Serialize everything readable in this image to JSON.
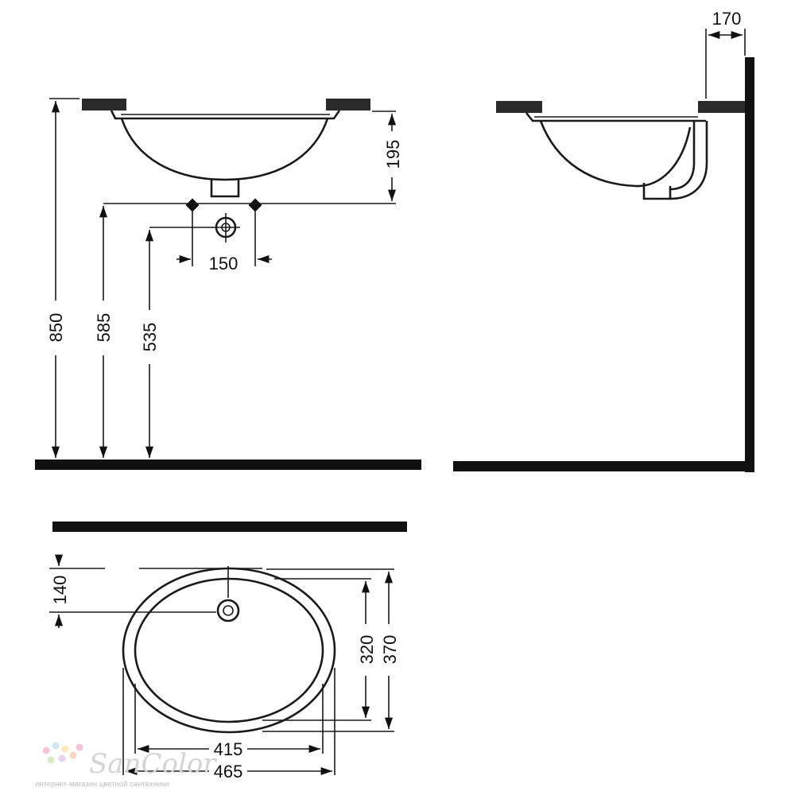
{
  "dimensions": {
    "height_overall": "850",
    "height_outlet": "585",
    "height_outlet_center": "535",
    "bowl_depth": "195",
    "outlet_spacing": "150",
    "wall_offset": "170",
    "drain_offset": "140",
    "inner_width": "320",
    "outer_width": "370",
    "inner_length": "415",
    "outer_length": "465"
  },
  "watermark": {
    "brand": "SanColor",
    "tagline": "интернет-магазин цветной сантехники",
    "dot_colors": [
      "#f6c3d6",
      "#cfe6f5",
      "#fde9b5",
      "#d9ecc5",
      "#e6d3f0",
      "#f9d5bd"
    ]
  }
}
